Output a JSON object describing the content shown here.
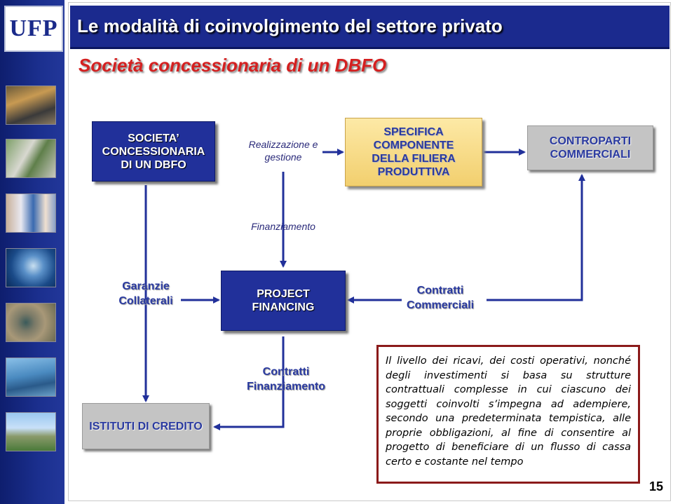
{
  "header": {
    "title": "Le modalità di coinvolgimento del settore privato",
    "subtitle": "Società concessionaria di un DBFO"
  },
  "sidebar": {
    "logo": "UFP",
    "photos": [
      "station-photo",
      "highway-photo",
      "medical-photo",
      "satellite-dish-photo",
      "water-treatment-photo",
      "bridge-photo",
      "building-photo"
    ]
  },
  "diagram": {
    "societa": "SOCIETA’ CONCESSIONARIA DI UN DBFO",
    "realizzazione": "Realizzazione e gestione",
    "specifica": "SPECIFICA COMPONENTE DELLA FILIERA PRODUTTIVA",
    "controparti": "CONTROPARTI COMMERCIALI",
    "finanziamento": "Finanziamento",
    "garanzie": "Garanzie Collaterali",
    "project_financing": "PROJECT FINANCING",
    "contratti_commerciali": "Contratti Commerciali",
    "contratti_finanziamento": "Contratti Finanziamento",
    "istituti": "ISTITUTI DI CREDITO",
    "description": "Il livello dei ricavi, dei costi operativi, nonché degli investimenti si basa su strutture contrattuali complesse in cui ciascuno dei soggetti coinvolti s’impegna ad adempiere, secondo una predeterminata tempistica, alle proprie obbligazioni, al fine di consentire al progetto di beneficiare di un flusso di cassa certo e costante nel tempo"
  },
  "footer": {
    "page_number": "15"
  },
  "colors": {
    "navy": "#21309a",
    "gold": "#f2cf6e",
    "grey": "#c4c4c4",
    "title_red": "#d42020",
    "box_border": "#8b1a1a"
  }
}
